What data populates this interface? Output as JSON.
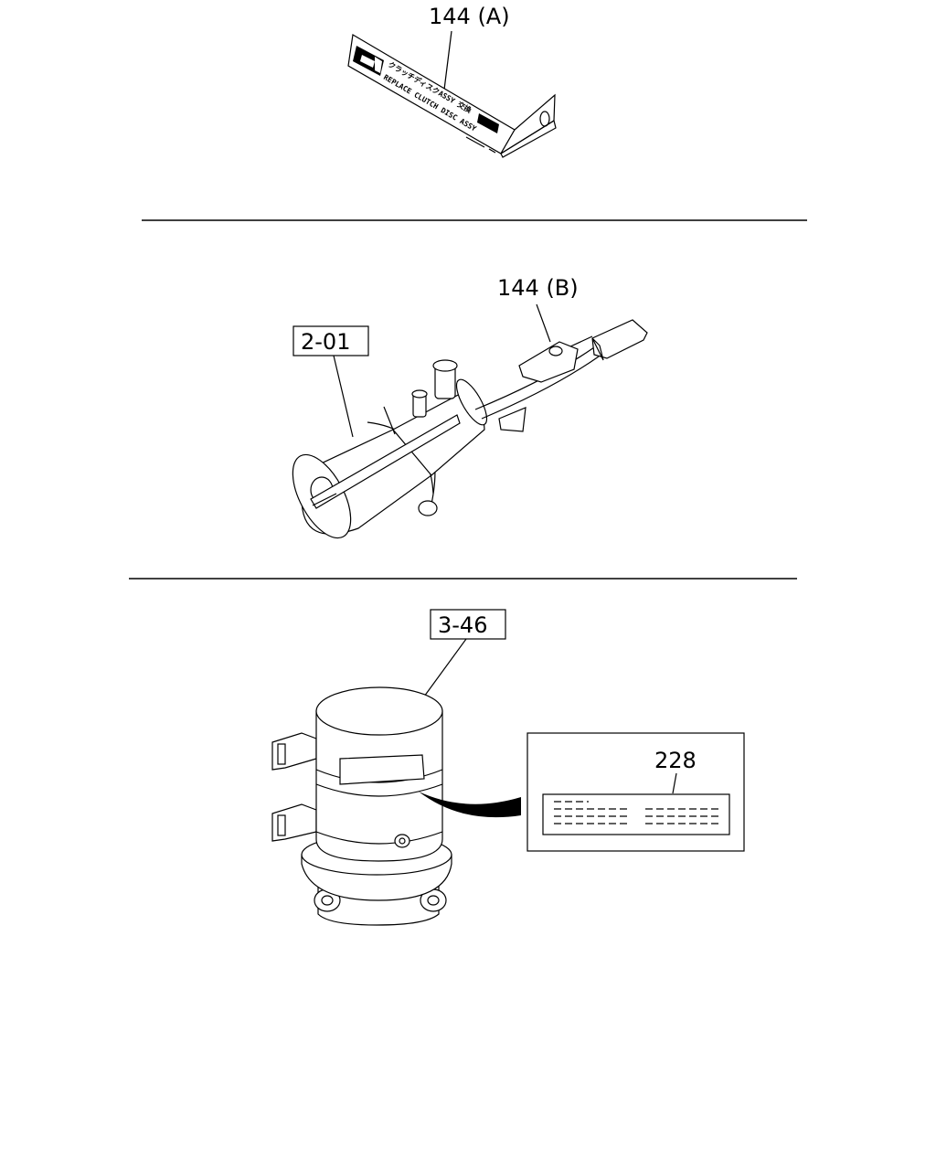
{
  "callouts": {
    "label_144a": "144 (A)",
    "label_144b": "144 (B)",
    "ref_201": "2-01",
    "ref_346": "3-46",
    "label_228": "228"
  },
  "decal": {
    "line1": "クラッチディスクASSY 交換",
    "line2": "REPLACE CLUTCH DISC ASSY"
  },
  "colors": {
    "ink": "#000000",
    "paper": "#ffffff"
  }
}
